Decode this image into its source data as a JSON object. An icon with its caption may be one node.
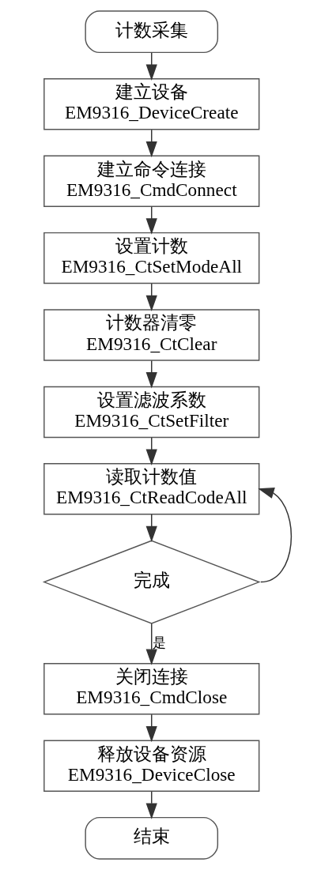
{
  "diagram": {
    "nodes": [
      {
        "text": [
          "计数采集"
        ]
      },
      {
        "text": [
          "建立设备",
          "EM9316_DeviceCreate"
        ]
      },
      {
        "text": [
          "建立命令连接",
          "EM9316_CmdConnect"
        ]
      },
      {
        "text": [
          "设置计数",
          "EM9316_CtSetModeAll"
        ]
      },
      {
        "text": [
          "计数器清零",
          "EM9316_CtClear"
        ]
      },
      {
        "text": [
          "设置滤波系数",
          "EM9316_CtSetFilter"
        ]
      },
      {
        "text": [
          "读取计数值",
          "EM9316_CtReadCodeAll"
        ]
      },
      {
        "text": [
          "完成"
        ]
      },
      {
        "text": [
          "关闭连接",
          "EM9316_CmdClose"
        ]
      },
      {
        "text": [
          "释放设备资源",
          "EM9316_DeviceClose"
        ]
      },
      {
        "text": [
          "结束"
        ]
      }
    ],
    "edges": [
      {
        "from": 0,
        "to": 1,
        "arrow": "to"
      },
      {
        "from": 1,
        "to": 2,
        "arrow": "to"
      },
      {
        "from": 2,
        "to": 3,
        "arrow": "to"
      },
      {
        "from": 3,
        "to": 4,
        "arrow": "to"
      },
      {
        "from": 4,
        "to": 5,
        "arrow": "to"
      },
      {
        "from": 5,
        "to": 6,
        "arrow": "to"
      },
      {
        "from": 6,
        "to": 7,
        "arrow": "to"
      },
      {
        "from": 7,
        "to": 6,
        "arrow": "to"
      },
      {
        "from": 7,
        "to": 8,
        "arrow": "to",
        "label": "是"
      },
      {
        "from": 8,
        "to": 9,
        "arrow": "to"
      },
      {
        "from": 9,
        "to": 10,
        "arrow": "to"
      }
    ]
  }
}
